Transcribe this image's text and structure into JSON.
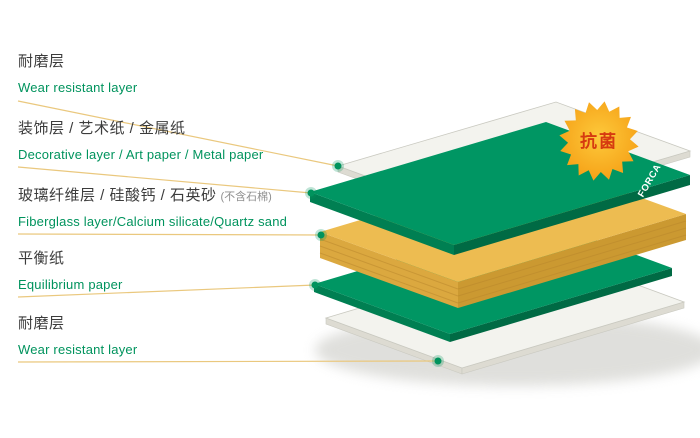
{
  "badge": {
    "label": "抗菌",
    "fill_outer": "#f59e14",
    "fill_inner": "#fdc93b",
    "text_color": "#d63a10"
  },
  "brand": {
    "logo": "FORCA"
  },
  "colors": {
    "green_top": "#009663",
    "green_side_light": "#007f52",
    "green_side_dark": "#006a44",
    "yellow_top": "#edbc51",
    "yellow_side_light": "#dba83f",
    "yellow_side_dark": "#cb9931",
    "white_sheet": "#f3f3ee",
    "white_side": "#dddbd2",
    "leader_line": "#eac87e",
    "dot": "#00935d",
    "english_text": "#00935d",
    "chinese_text": "#3c3c3c"
  },
  "labels": [
    {
      "cn": "耐磨层",
      "en": "Wear resistant layer"
    },
    {
      "cn": "装饰层 / 艺术纸 / 金属纸",
      "en": "Decorative layer / Art paper / Metal paper"
    },
    {
      "cn": "玻璃纤维层 / 硅酸钙 / 石英砂",
      "cn_note": "(不含石棉)",
      "en": "Fiberglass layer/Calcium silicate/Quartz sand"
    },
    {
      "cn": "平衡纸",
      "en": "Equilibrium paper"
    },
    {
      "cn": "耐磨层",
      "en": "Wear resistant layer"
    }
  ]
}
